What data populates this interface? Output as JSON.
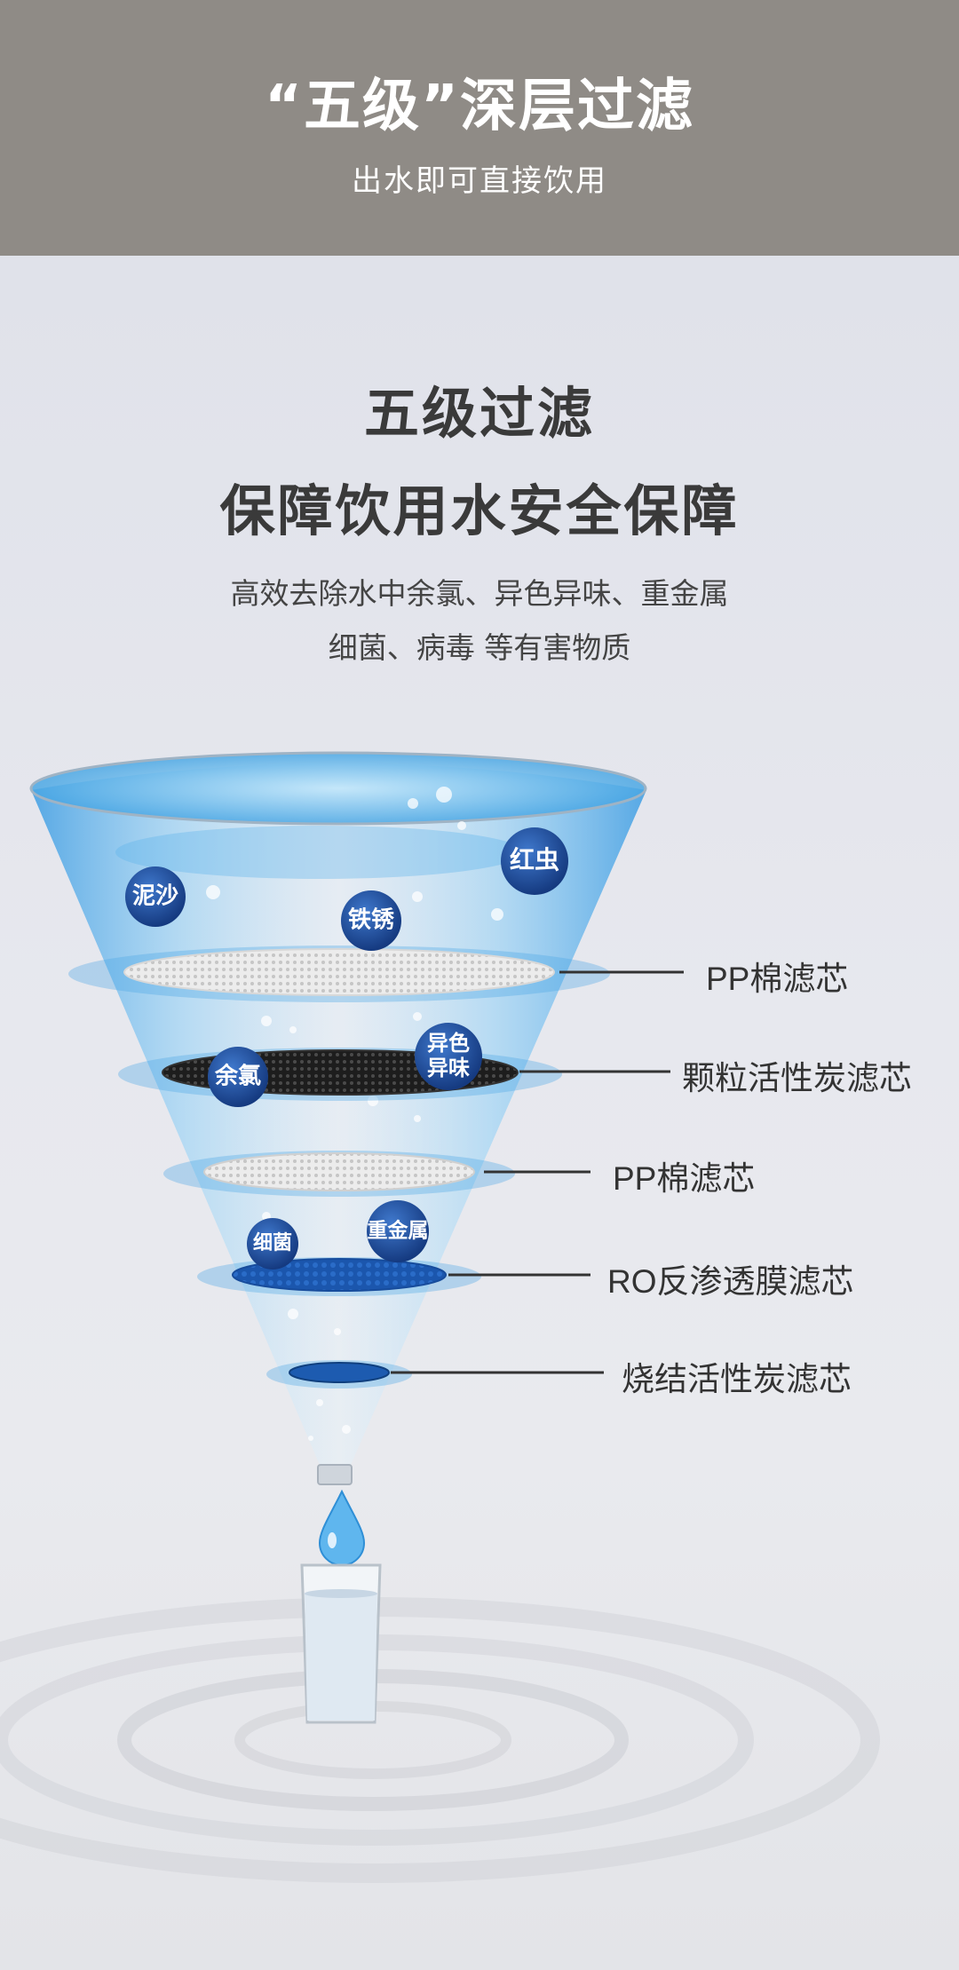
{
  "header": {
    "title": "“五级”深层过滤",
    "subtitle": "出水即可直接饮用"
  },
  "main": {
    "title_line1": "五级过滤",
    "title_line2": "保障饮用水安全保障",
    "description_line1": "高效去除水中余氯、异色异味、重金属",
    "description_line2": "细菌、病毒 等有害物质"
  },
  "filter_layers": [
    {
      "label": "PP棉滤芯"
    },
    {
      "label": "颗粒活性炭滤芯"
    },
    {
      "label": "PP棉滤芯"
    },
    {
      "label": "RO反渗透膜滤芯"
    },
    {
      "label": "烧结活性炭滤芯"
    }
  ],
  "contaminants": {
    "sand": "泥沙",
    "rust": "铁锈",
    "red_worm": "红虫",
    "chlorine": "余氯",
    "color_odor_line1": "异色",
    "color_odor_line2": "异味",
    "bacteria": "细菌",
    "heavy_metal": "重金属"
  },
  "colors": {
    "header_bg": "#8f8b86",
    "badge": "#1f4f9e",
    "water": "#4fa9e6",
    "ro_membrane": "#1d5bb0"
  }
}
